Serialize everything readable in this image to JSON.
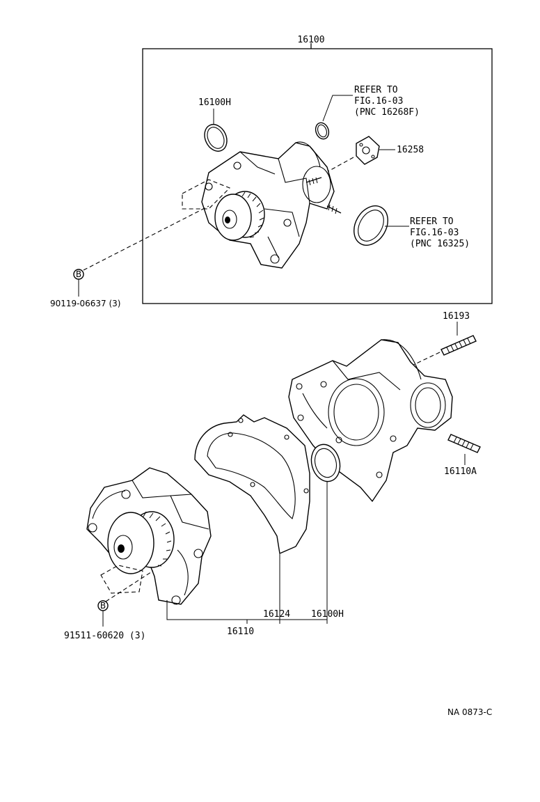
{
  "labels": {
    "pump_assy": "16100",
    "gasket_top": "16100H",
    "refer_top_1": "REFER TO",
    "refer_top_2": "FIG.16-03",
    "refer_top_3": "(PNC 16268F)",
    "plate_gasket": "16258",
    "refer_mid_1": "REFER TO",
    "refer_mid_2": "FIG.16-03",
    "refer_mid_3": "(PNC 16325)",
    "bolt_top": "90119-06637 (3)",
    "stud_top": "16193",
    "stud_bottom": "16110A",
    "gasket_body": "16124",
    "gasket_oring": "16100H",
    "pump_sub": "16110",
    "bolt_bottom": "91511-60620 (3)",
    "figure_code": "NA  0873-C",
    "bolt_glyph_top": "B",
    "bolt_glyph_bottom": "B"
  }
}
